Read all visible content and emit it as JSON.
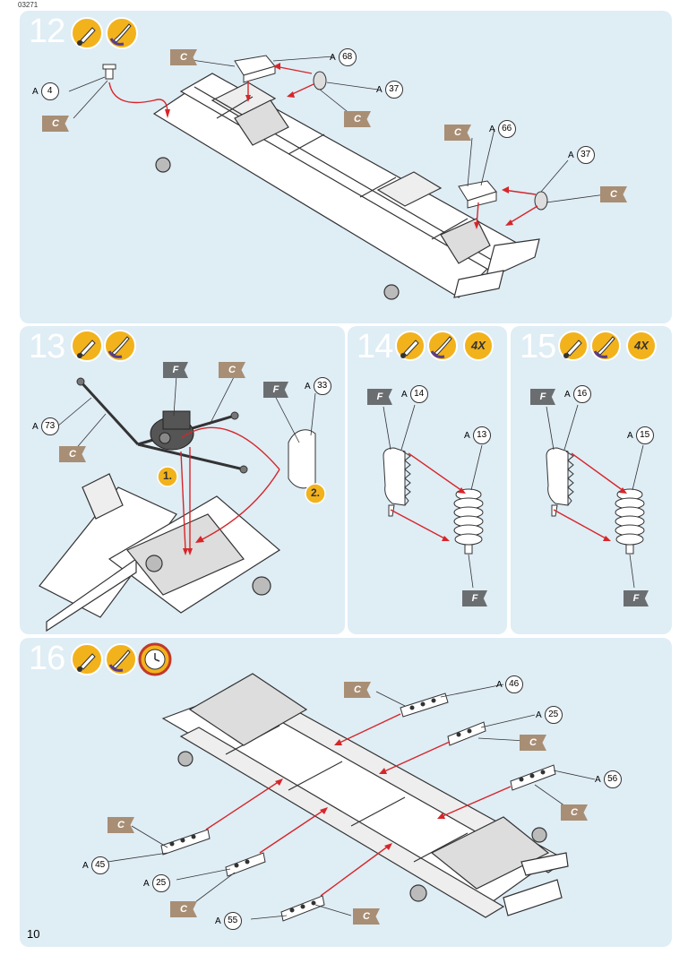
{
  "header": {
    "code": "03271"
  },
  "page_number": "10",
  "colors": {
    "panel": "#dfedf5",
    "flag": "#a88e74",
    "flag_dark": "#6b6e70",
    "arrow": "#d6262a",
    "icon_ring": "#f2b21c"
  },
  "steps": [
    {
      "number": "12",
      "icons": [
        "glue-icon",
        "paint-icon"
      ],
      "callouts": [
        {
          "prefix": "A",
          "num": "4"
        },
        {
          "prefix": "A",
          "num": "68"
        },
        {
          "prefix": "A",
          "num": "37"
        },
        {
          "prefix": "A",
          "num": "66"
        },
        {
          "prefix": "A",
          "num": "37"
        }
      ],
      "flags": [
        "C",
        "C",
        "C",
        "C",
        "C"
      ]
    },
    {
      "number": "13",
      "icons": [
        "glue-icon",
        "paint-icon"
      ],
      "callouts": [
        {
          "prefix": "A",
          "num": "73"
        },
        {
          "prefix": "A",
          "num": "33"
        }
      ],
      "flags": [
        "F",
        "C",
        "F",
        "C"
      ],
      "order": [
        "1.",
        "2."
      ]
    },
    {
      "number": "14",
      "icons": [
        "glue-icon",
        "paint-icon"
      ],
      "multiplier": "4X",
      "callouts": [
        {
          "prefix": "A",
          "num": "14"
        },
        {
          "prefix": "A",
          "num": "13"
        }
      ],
      "flags": [
        "F",
        "F"
      ]
    },
    {
      "number": "15",
      "icons": [
        "glue-icon",
        "paint-icon"
      ],
      "multiplier": "4X",
      "callouts": [
        {
          "prefix": "A",
          "num": "16"
        },
        {
          "prefix": "A",
          "num": "15"
        }
      ],
      "flags": [
        "F",
        "F"
      ]
    },
    {
      "number": "16",
      "icons": [
        "glue-icon",
        "paint-icon",
        "clock-icon"
      ],
      "callouts": [
        {
          "prefix": "A",
          "num": "46"
        },
        {
          "prefix": "A",
          "num": "25"
        },
        {
          "prefix": "A",
          "num": "56"
        },
        {
          "prefix": "A",
          "num": "45"
        },
        {
          "prefix": "A",
          "num": "25"
        },
        {
          "prefix": "A",
          "num": "55"
        }
      ],
      "flags": [
        "C",
        "C",
        "C",
        "C",
        "C",
        "C"
      ]
    }
  ]
}
